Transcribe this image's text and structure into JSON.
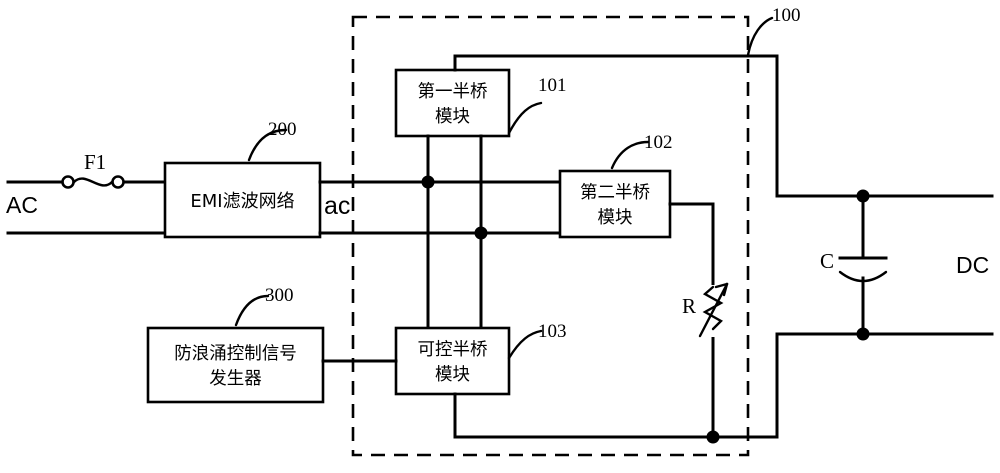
{
  "diagram": {
    "title": "Surge-protection AC-DC bridge circuit schematic",
    "ports": {
      "ac_input": "AC",
      "ac_mid": "ac",
      "dc_output": "DC"
    },
    "components": {
      "fuse": {
        "label": "F1",
        "name": "fuse-f1"
      },
      "resistor": {
        "label": "R",
        "name": "resistor-r"
      },
      "capacitor": {
        "label": "C",
        "name": "capacitor-c"
      }
    },
    "blocks": [
      {
        "id": "emi",
        "text": "EMI滤波网络",
        "lines": [
          "EMI滤波网络"
        ],
        "ref": "200"
      },
      {
        "id": "hb1",
        "text": "第一半桥模块",
        "lines": [
          "第一半桥",
          "模块"
        ],
        "ref": "101"
      },
      {
        "id": "hb2",
        "text": "第二半桥模块",
        "lines": [
          "第二半桥",
          "模块"
        ],
        "ref": "102"
      },
      {
        "id": "hb3",
        "text": "可控半桥模块",
        "lines": [
          "可控半桥",
          "模块"
        ],
        "ref": "103"
      },
      {
        "id": "gen",
        "text": "防浪涌控制信号发生器",
        "lines": [
          "防浪涌控制信号",
          "发生器"
        ],
        "ref": "300"
      }
    ],
    "references": {
      "assembly": "100",
      "emi": "200",
      "half_bridge_1": "101",
      "half_bridge_2": "102",
      "controllable_half_bridge": "103",
      "signal_generator": "300"
    },
    "colors": {
      "line": "#000000",
      "background": "#ffffff"
    }
  }
}
